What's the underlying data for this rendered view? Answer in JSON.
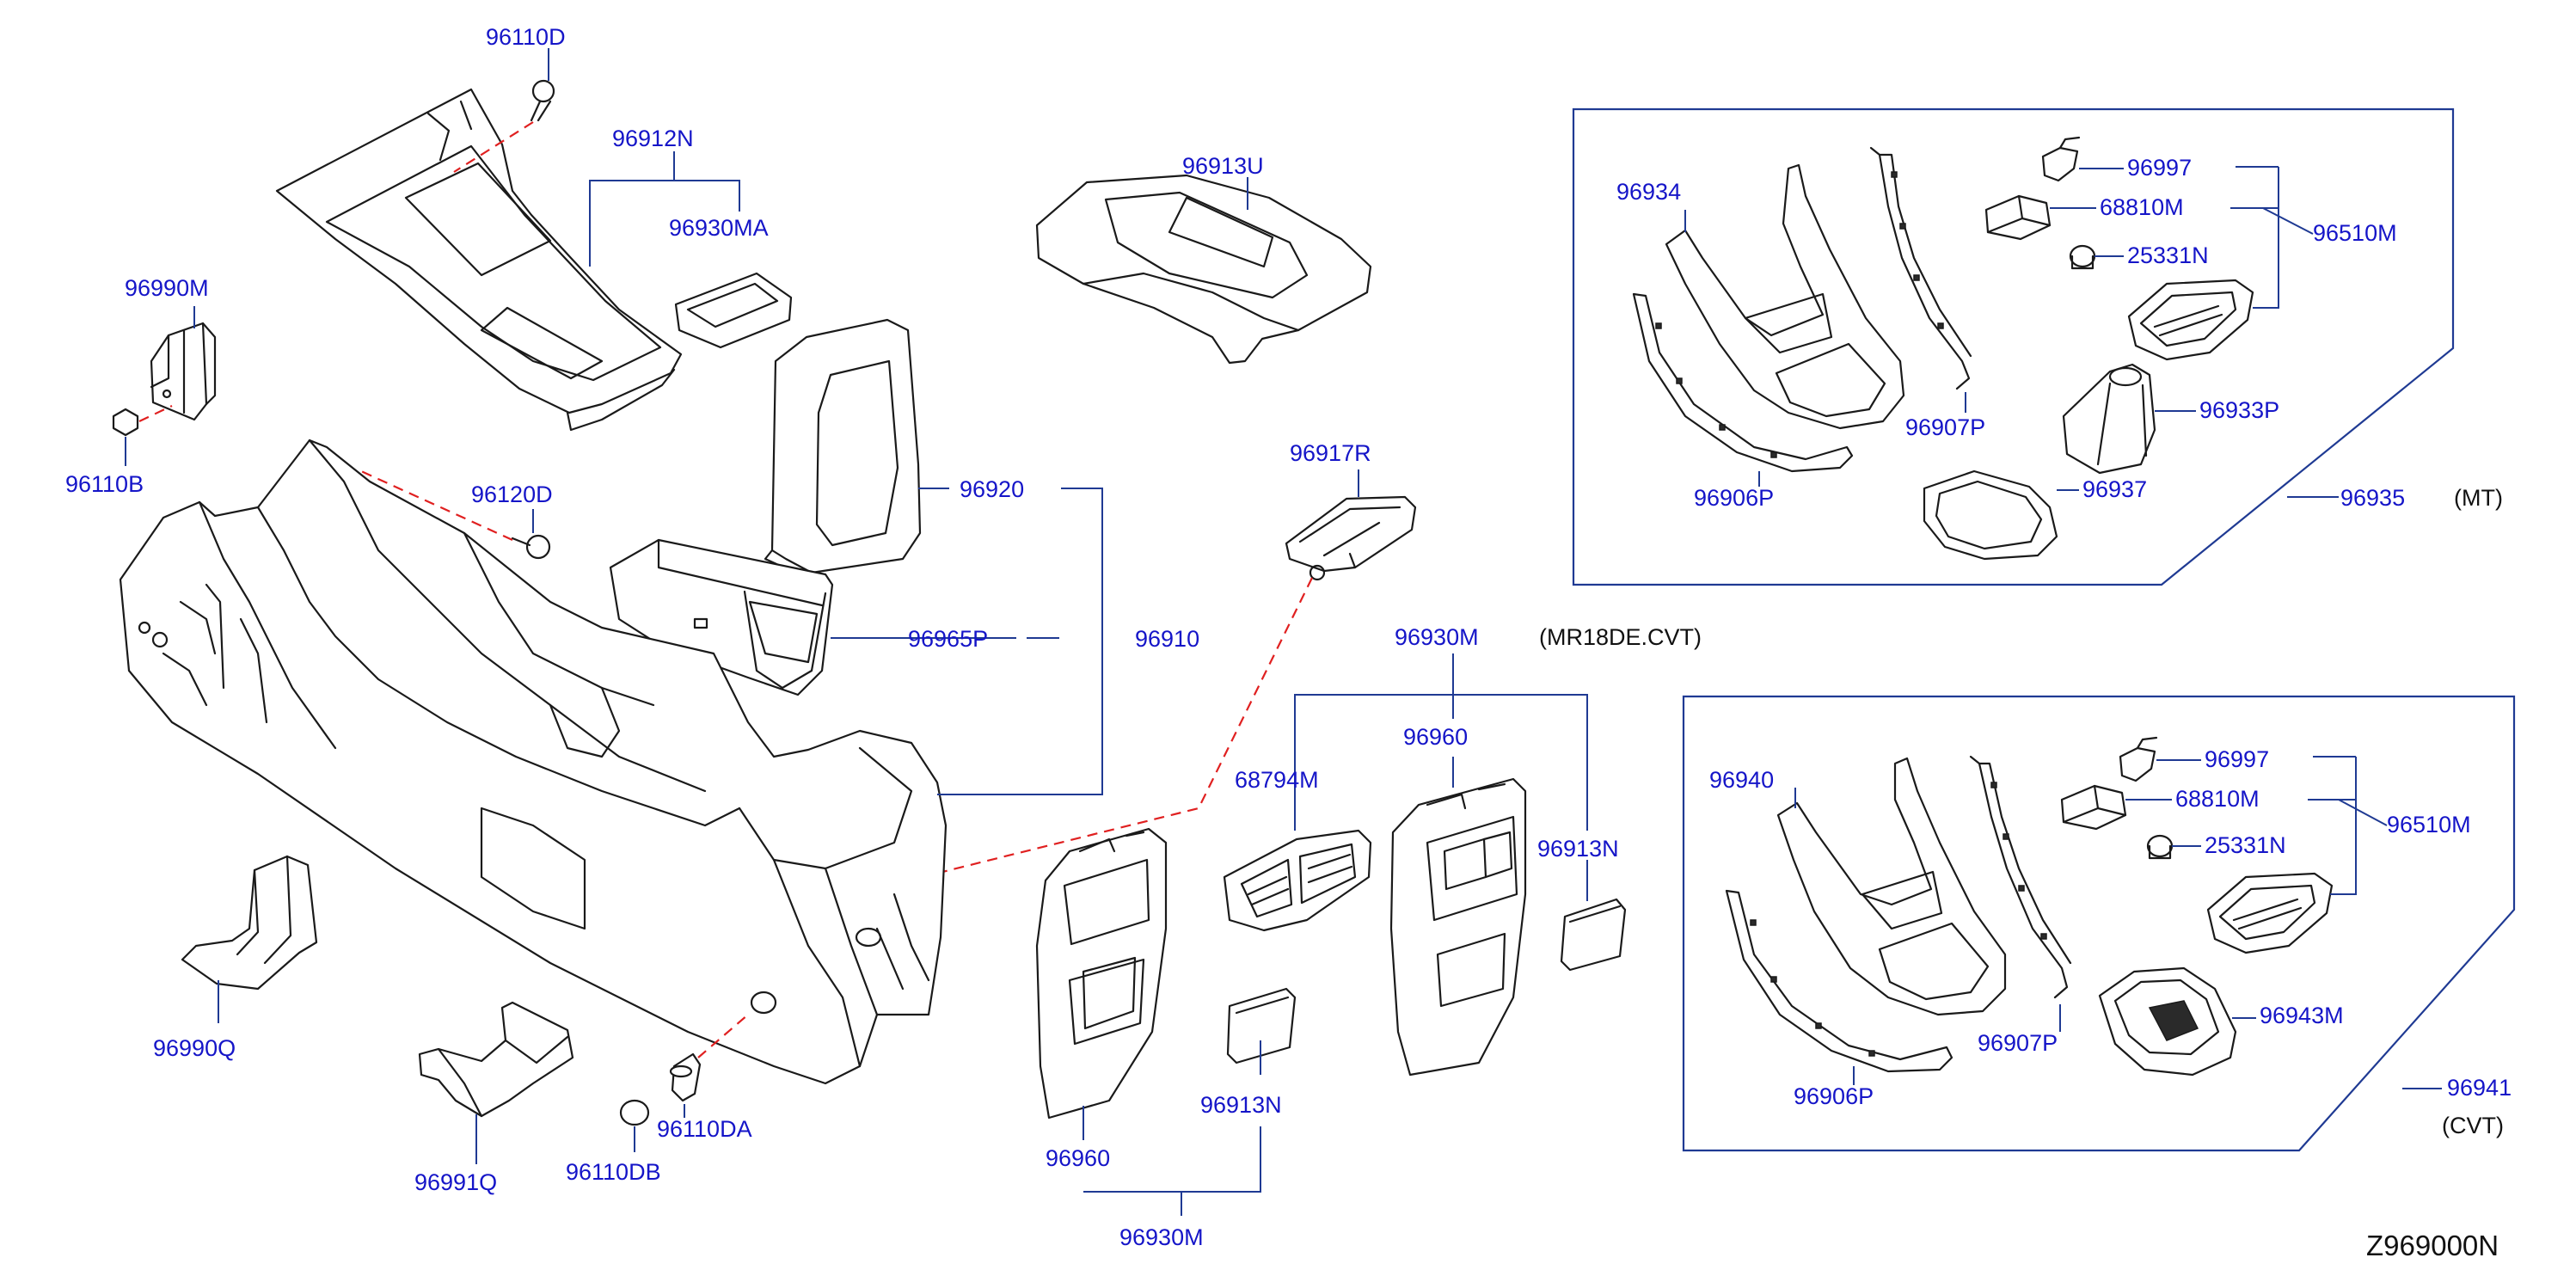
{
  "diagram_code": "Z969000N",
  "notes": {
    "mt": "(MT)",
    "cvt": "(CVT)",
    "engine": "(MR18DE.CVT)"
  },
  "labels": {
    "p96110D": "96110D",
    "p96912N": "96912N",
    "p96930MA": "96930MA",
    "p96913U": "96913U",
    "p96990M": "96990M",
    "p96110B": "96110B",
    "p96120D": "96120D",
    "p96920": "96920",
    "p96917R": "96917R",
    "p96965P": "96965P",
    "p96910": "96910",
    "p96930M_top": "96930M",
    "p96960_top": "96960",
    "p68794M": "68794M",
    "p96913N_right": "96913N",
    "p96990Q": "96990Q",
    "p96991Q": "96991Q",
    "p96110DA": "96110DA",
    "p96110DB": "96110DB",
    "p96913N_low": "96913N",
    "p96960_low": "96960",
    "p96930M_low": "96930M",
    "mt_96934": "96934",
    "mt_96997": "96997",
    "mt_68810M": "68810M",
    "mt_25331N": "25331N",
    "mt_96510M": "96510M",
    "mt_96907P": "96907P",
    "mt_96933P": "96933P",
    "mt_96906P": "96906P",
    "mt_96937": "96937",
    "mt_96935": "96935",
    "cvt_96940": "96940",
    "cvt_96997": "96997",
    "cvt_68810M": "68810M",
    "cvt_25331N": "25331N",
    "cvt_96510M": "96510M",
    "cvt_96943M": "96943M",
    "cvt_96907P": "96907P",
    "cvt_96906P": "96906P",
    "cvt_96941": "96941"
  }
}
